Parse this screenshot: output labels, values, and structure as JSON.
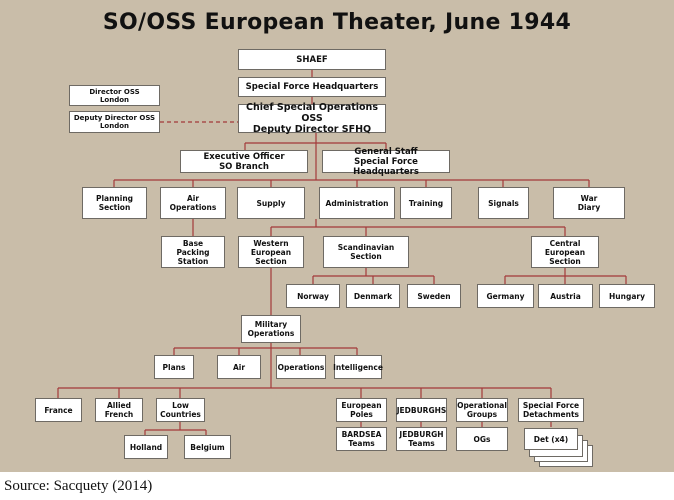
{
  "title": "SO/OSS European Theater, June 1944",
  "source": "Source: Sacquety (2014)",
  "colors": {
    "background": "#c9bda9",
    "connector": "#a33a3a",
    "box_border": "#6e6a64"
  },
  "boxes": {
    "shaef": "SHAEF",
    "sfhq": "Special Force Headquarters",
    "chief": "Chief Special Operations OSS\nDeputy Director SFHQ",
    "director_london": "Director OSS\nLondon",
    "deputy_director_london": "Deputy Director OSS\nLondon",
    "exec_officer": "Executive Officer\nSO Branch",
    "general_staff": "General Staff\nSpecial Force Headquarters",
    "planning": "Planning\nSection",
    "air_operations": "Air\nOperations",
    "supply": "Supply",
    "administration": "Administration",
    "training": "Training",
    "signals": "Signals",
    "war_diary": "War\nDiary",
    "base_packing": "Base\nPacking\nStation",
    "western_european": "Western\nEuropean\nSection",
    "scandinavian": "Scandinavian\nSection",
    "central_european": "Central\nEuropean\nSection",
    "norway": "Norway",
    "denmark": "Denmark",
    "sweden": "Sweden",
    "germany": "Germany",
    "austria": "Austria",
    "hungary": "Hungary",
    "military_operations": "Military\nOperations",
    "plans": "Plans",
    "air": "Air",
    "operations": "Operations",
    "intelligence": "Intelligence",
    "france": "France",
    "allied_french": "Allied\nFrench",
    "low_countries": "Low\nCountries",
    "holland": "Holland",
    "belgium": "Belgium",
    "european_poles": "European\nPoles",
    "bardsea": "BARDSEA\nTeams",
    "jedburghs": "JEDBURGHS",
    "jedburgh_teams": "JEDBURGH\nTeams",
    "operational_groups": "Operational\nGroups",
    "ogs": "OGs",
    "sf_detachments": "Special Force\nDetachments",
    "det": "Det (x4)"
  }
}
